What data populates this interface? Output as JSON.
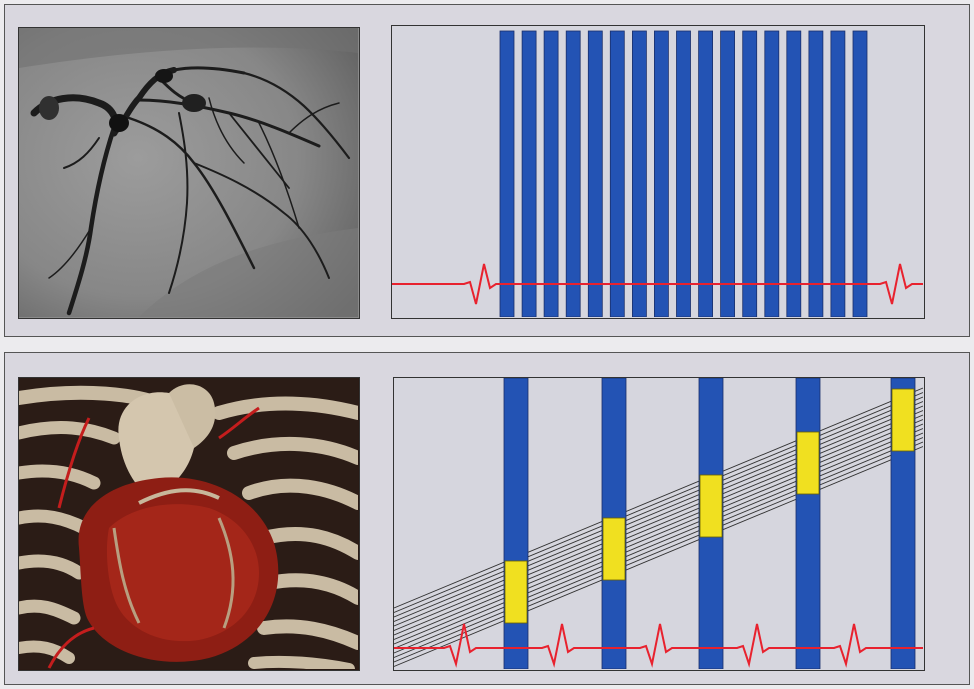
{
  "colors": {
    "background": "#ecebee",
    "panel": "#d9d7df",
    "diagram_bg": "#d6d6de",
    "bar_blue": "#2353b4",
    "window_yellow": "#f0e020",
    "ecg_red": "#e8222e",
    "helix_lines": "#333333"
  },
  "top_panel": {
    "image": "coronary-angiogram",
    "diagram": {
      "description_type": "retrospective-ecg-gated-acquisition",
      "acquisition_bar_count": 17,
      "ecg_r_peaks": 2
    }
  },
  "bottom_panel": {
    "image": "3d-volume-rendered-heart",
    "diagram": {
      "description_type": "prospective-ecg-triggered-acquisition",
      "acquisition_bar_count": 5,
      "ecg_r_peaks": 5,
      "helix_line_count": 14
    }
  }
}
